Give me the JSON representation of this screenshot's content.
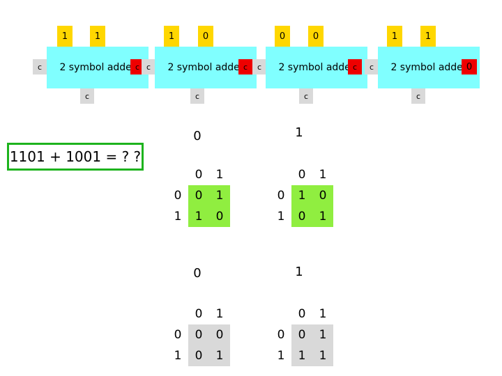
{
  "adders": [
    {
      "a": "1",
      "b": "1",
      "label": "2 symbol adder",
      "cin": "c",
      "cout": "c",
      "carry_down": "c"
    },
    {
      "a": "1",
      "b": "0",
      "label": "2 symbol adder",
      "cin": "c",
      "cout": "c",
      "carry_down": "c"
    },
    {
      "a": "0",
      "b": "0",
      "label": "2 symbol adder",
      "cin": "c",
      "cout": "c",
      "carry_down": "c"
    },
    {
      "a": "1",
      "b": "1",
      "label": "2 symbol adder",
      "cin": "c",
      "cout": "0",
      "carry_down": "c"
    }
  ],
  "problem": "1101 + 1001 = ? ?",
  "tables": [
    {
      "carry": "0",
      "header": [
        "0",
        "1"
      ],
      "rows": [
        [
          "0",
          "0",
          "1"
        ],
        [
          "1",
          "1",
          "0"
        ]
      ]
    },
    {
      "carry": "1",
      "header": [
        "0",
        "1"
      ],
      "rows": [
        [
          "0",
          "1",
          "0"
        ],
        [
          "1",
          "0",
          "1"
        ]
      ]
    },
    {
      "carry": "0",
      "header": [
        "0",
        "1"
      ],
      "rows": [
        [
          "0",
          "0",
          "0"
        ],
        [
          "1",
          "0",
          "1"
        ]
      ]
    },
    {
      "carry": "1",
      "header": [
        "0",
        "1"
      ],
      "rows": [
        [
          "0",
          "0",
          "1"
        ],
        [
          "1",
          "1",
          "1"
        ]
      ]
    }
  ],
  "colors": {
    "adder": "#80ffff",
    "input": "#ffd700",
    "carry_gray": "#d9d9d9",
    "carry_red": "#ee0000",
    "table_green": "#90ee40",
    "table_gray": "#d9d9d9",
    "banner_border": "#1db31d"
  }
}
